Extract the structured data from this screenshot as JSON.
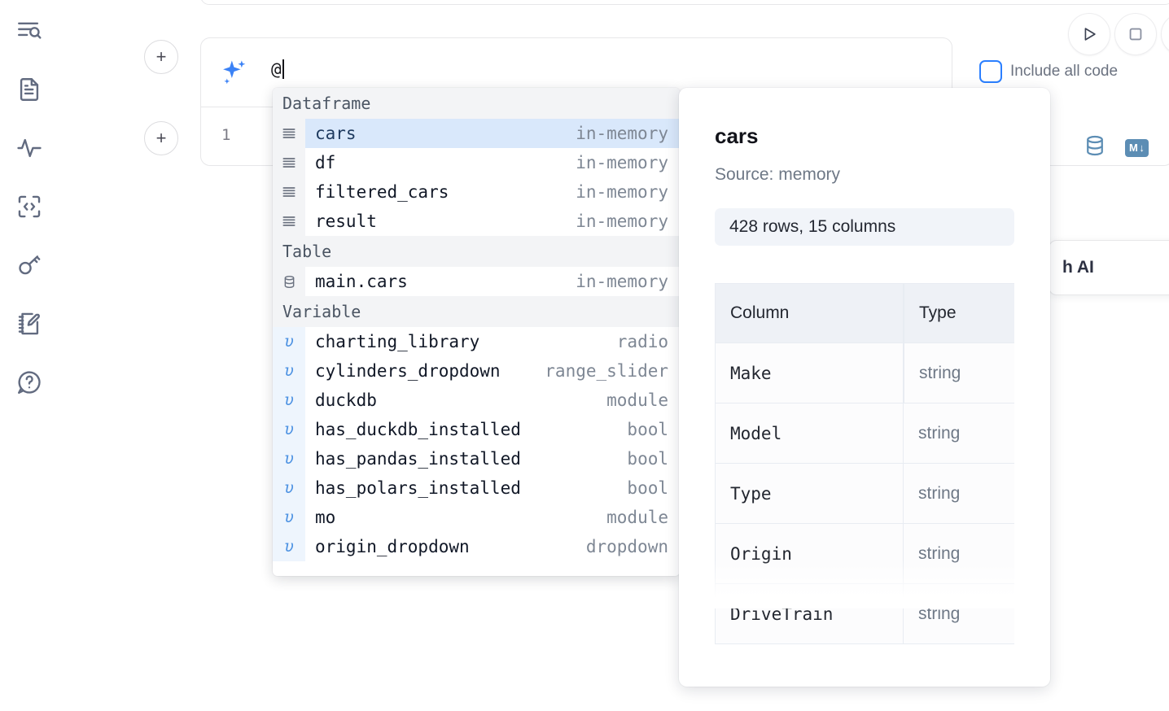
{
  "rail": {
    "items": [
      {
        "name": "file-search-icon",
        "label": "Explore"
      },
      {
        "name": "document-icon",
        "label": "Notebook"
      },
      {
        "name": "activity-icon",
        "label": "Runtime"
      },
      {
        "name": "code-brackets-icon",
        "label": "Snippets"
      },
      {
        "name": "key-icon",
        "label": "Secrets"
      },
      {
        "name": "notebook-edit-icon",
        "label": "Scratchpad"
      },
      {
        "name": "help-chat-icon",
        "label": "Help"
      }
    ]
  },
  "toolbar": {
    "run_label": "Run",
    "stop_label": "Interrupt",
    "include_all_code_label": "Include all code",
    "include_all_code_checked": false
  },
  "ai_prompt": {
    "icon": "sparkles-icon",
    "value": "@",
    "placeholder": ""
  },
  "cell": {
    "line_number": "1",
    "icons": [
      {
        "name": "database-icon",
        "label": "SQL"
      },
      {
        "name": "markdown-icon",
        "label": "M"
      }
    ],
    "markdown_badge": "M"
  },
  "ai_card": {
    "label": "h AI"
  },
  "autocomplete": {
    "groups": [
      {
        "title": "Dataframe",
        "items": [
          {
            "icon": "dataframe-icon",
            "name": "cars",
            "type": "in-memory",
            "selected": true
          },
          {
            "icon": "dataframe-icon",
            "name": "df",
            "type": "in-memory",
            "selected": false
          },
          {
            "icon": "dataframe-icon",
            "name": "filtered_cars",
            "type": "in-memory",
            "selected": false
          },
          {
            "icon": "dataframe-icon",
            "name": "result",
            "type": "in-memory",
            "selected": false
          }
        ]
      },
      {
        "title": "Table",
        "items": [
          {
            "icon": "table-icon",
            "name": "main.cars",
            "type": "in-memory",
            "selected": false
          }
        ]
      },
      {
        "title": "Variable",
        "items": [
          {
            "icon": "variable-icon",
            "name": "charting_library",
            "type": "radio",
            "selected": false
          },
          {
            "icon": "variable-icon",
            "name": "cylinders_dropdown",
            "type": "range_slider",
            "selected": false
          },
          {
            "icon": "variable-icon",
            "name": "duckdb",
            "type": "module",
            "selected": false
          },
          {
            "icon": "variable-icon",
            "name": "has_duckdb_installed",
            "type": "bool",
            "selected": false
          },
          {
            "icon": "variable-icon",
            "name": "has_pandas_installed",
            "type": "bool",
            "selected": false
          },
          {
            "icon": "variable-icon",
            "name": "has_polars_installed",
            "type": "bool",
            "selected": false
          },
          {
            "icon": "variable-icon",
            "name": "mo",
            "type": "module",
            "selected": false
          },
          {
            "icon": "variable-icon",
            "name": "origin_dropdown",
            "type": "dropdown",
            "selected": false
          }
        ]
      }
    ]
  },
  "detail": {
    "title": "cars",
    "source": "Source: memory",
    "shape": "428 rows, 15 columns",
    "table": {
      "headers": [
        "Column",
        "Type"
      ],
      "rows": [
        [
          "Make",
          "string"
        ],
        [
          "Model",
          "string"
        ],
        [
          "Type",
          "string"
        ],
        [
          "Origin",
          "string"
        ],
        [
          "DriveTrain",
          "string"
        ]
      ]
    }
  },
  "colors": {
    "accent": "#2b7fff",
    "selected_row": "#d9e8fb",
    "group_header_bg": "#f3f4f6",
    "muted_text": "#7e8794",
    "sql_icon": "#5c8db4"
  }
}
